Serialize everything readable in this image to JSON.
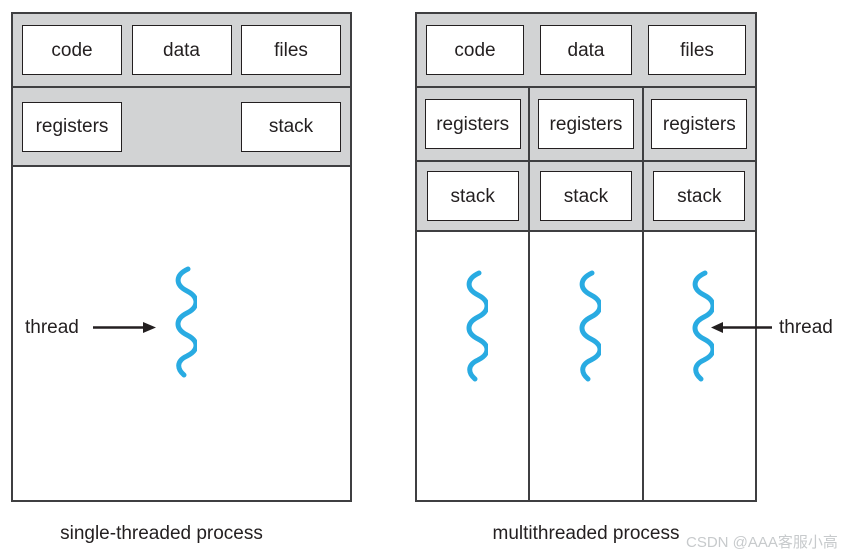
{
  "left": {
    "caption": "single-threaded process",
    "memory": [
      "code",
      "data",
      "files"
    ],
    "registers": "registers",
    "stack": "stack",
    "thread_label": "thread"
  },
  "right": {
    "caption": "multithreaded process",
    "memory": [
      "code",
      "data",
      "files"
    ],
    "columns": [
      {
        "registers": "registers",
        "stack": "stack"
      },
      {
        "registers": "registers",
        "stack": "stack"
      },
      {
        "registers": "registers",
        "stack": "stack"
      }
    ],
    "thread_label": "thread"
  },
  "watermark": "CSDN @AAA客服小高",
  "colors": {
    "gray_fill": "#d2d3d4",
    "border_dark": "#3f3f41",
    "text_dark": "#231f20",
    "thread_blue": "#29abe2",
    "watermark_gray": "#c7cacc"
  }
}
